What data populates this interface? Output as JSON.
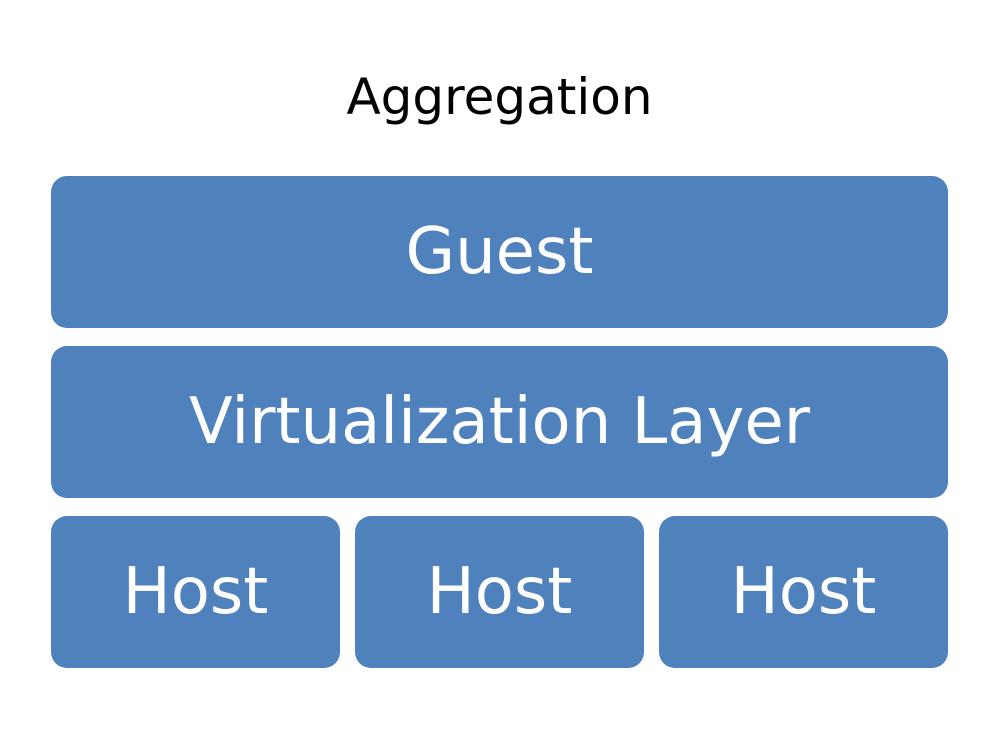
{
  "title": "Aggregation",
  "colors": {
    "block_fill": "#4f81bd",
    "block_text": "#ffffff"
  },
  "layers": {
    "guest": "Guest",
    "virtualization": "Virtualization Layer",
    "hosts": [
      "Host",
      "Host",
      "Host"
    ]
  }
}
